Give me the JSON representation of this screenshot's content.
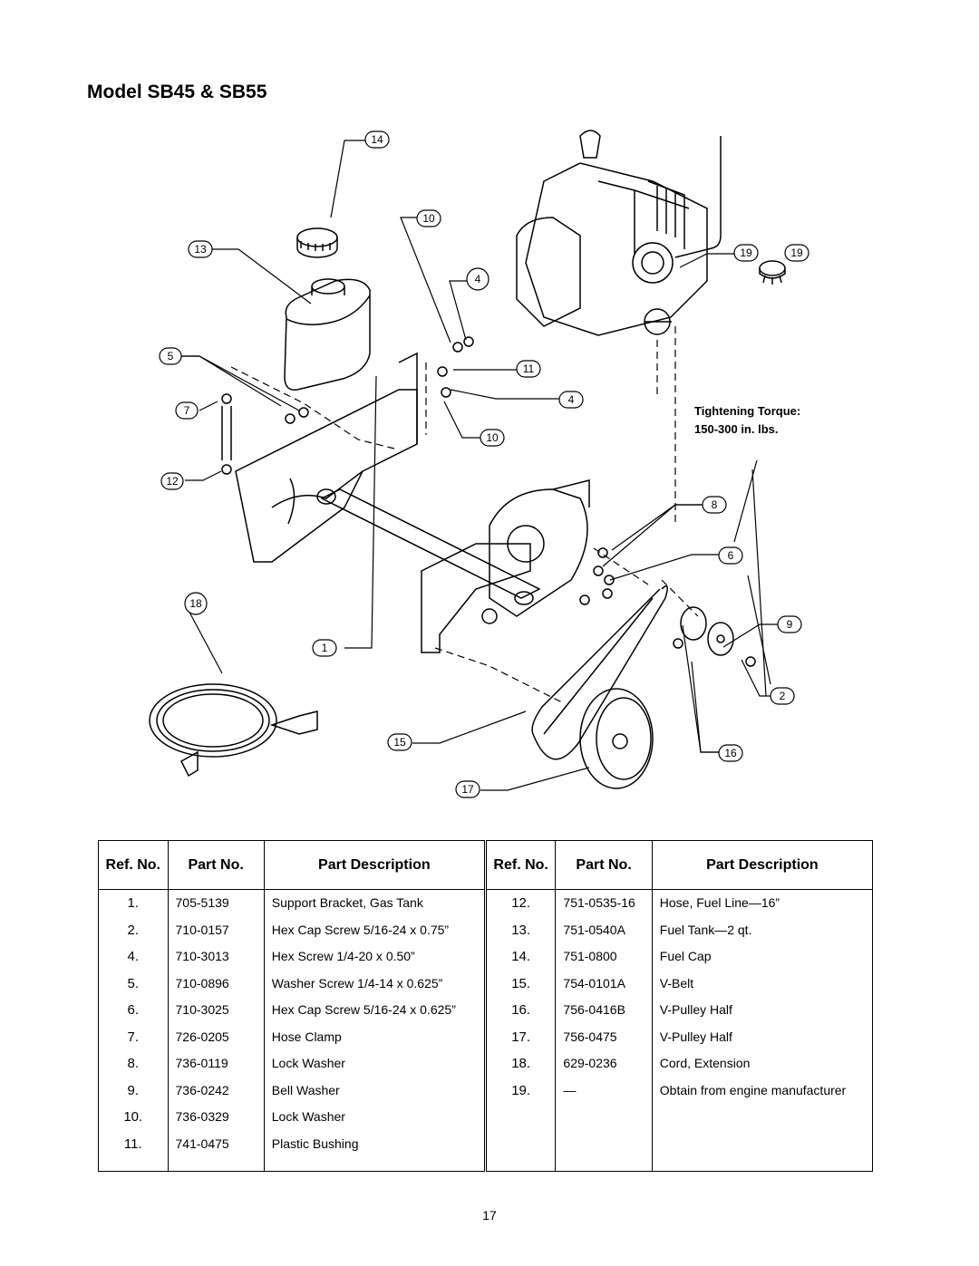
{
  "title": "Model SB45 & SB55",
  "torque_note": {
    "line1": "Tightening Torque:",
    "line2": "150-300 in. lbs."
  },
  "callouts": [
    "14",
    "10",
    "13",
    "4",
    "19",
    "19",
    "5",
    "11",
    "7",
    "4",
    "10",
    "12",
    "8",
    "6",
    "18",
    "9",
    "1",
    "2",
    "15",
    "16",
    "17"
  ],
  "table": {
    "headers": {
      "ref": "Ref. No.",
      "part_no": "Part No.",
      "part_description": "Part Description"
    },
    "left": [
      {
        "ref": "1.",
        "part_no": "705-5139",
        "desc": "Support Bracket, Gas Tank"
      },
      {
        "ref": "2.",
        "part_no": "710-0157",
        "desc": "Hex Cap Screw 5/16-24 x 0.75”"
      },
      {
        "ref": "4.",
        "part_no": "710-3013",
        "desc": "Hex Screw 1/4-20 x 0.50”"
      },
      {
        "ref": "5.",
        "part_no": "710-0896",
        "desc": "Washer Screw 1/4-14 x 0.625”"
      },
      {
        "ref": "6.",
        "part_no": "710-3025",
        "desc": "Hex Cap Screw 5/16-24 x 0.625”"
      },
      {
        "ref": "7.",
        "part_no": "726-0205",
        "desc": "Hose Clamp"
      },
      {
        "ref": "8.",
        "part_no": "736-0119",
        "desc": "Lock Washer"
      },
      {
        "ref": "9.",
        "part_no": "736-0242",
        "desc": "Bell Washer"
      },
      {
        "ref": "10.",
        "part_no": "736-0329",
        "desc": "Lock Washer"
      },
      {
        "ref": "11.",
        "part_no": "741-0475",
        "desc": "Plastic Bushing"
      }
    ],
    "right": [
      {
        "ref": "12.",
        "part_no": "751-0535-16",
        "desc": "Hose, Fuel Line—16”"
      },
      {
        "ref": "13.",
        "part_no": "751-0540A",
        "desc": "Fuel Tank—2 qt."
      },
      {
        "ref": "14.",
        "part_no": "751-0800",
        "desc": "Fuel Cap"
      },
      {
        "ref": "15.",
        "part_no": "754-0101A",
        "desc": "V-Belt"
      },
      {
        "ref": "16.",
        "part_no": "756-0416B",
        "desc": "V-Pulley Half"
      },
      {
        "ref": "17.",
        "part_no": "756-0475",
        "desc": "V-Pulley Half"
      },
      {
        "ref": "18.",
        "part_no": "629-0236",
        "desc": "Cord, Extension"
      },
      {
        "ref": "19.",
        "part_no": "—",
        "desc": "Obtain from engine manufacturer"
      }
    ]
  },
  "page_number": "17"
}
